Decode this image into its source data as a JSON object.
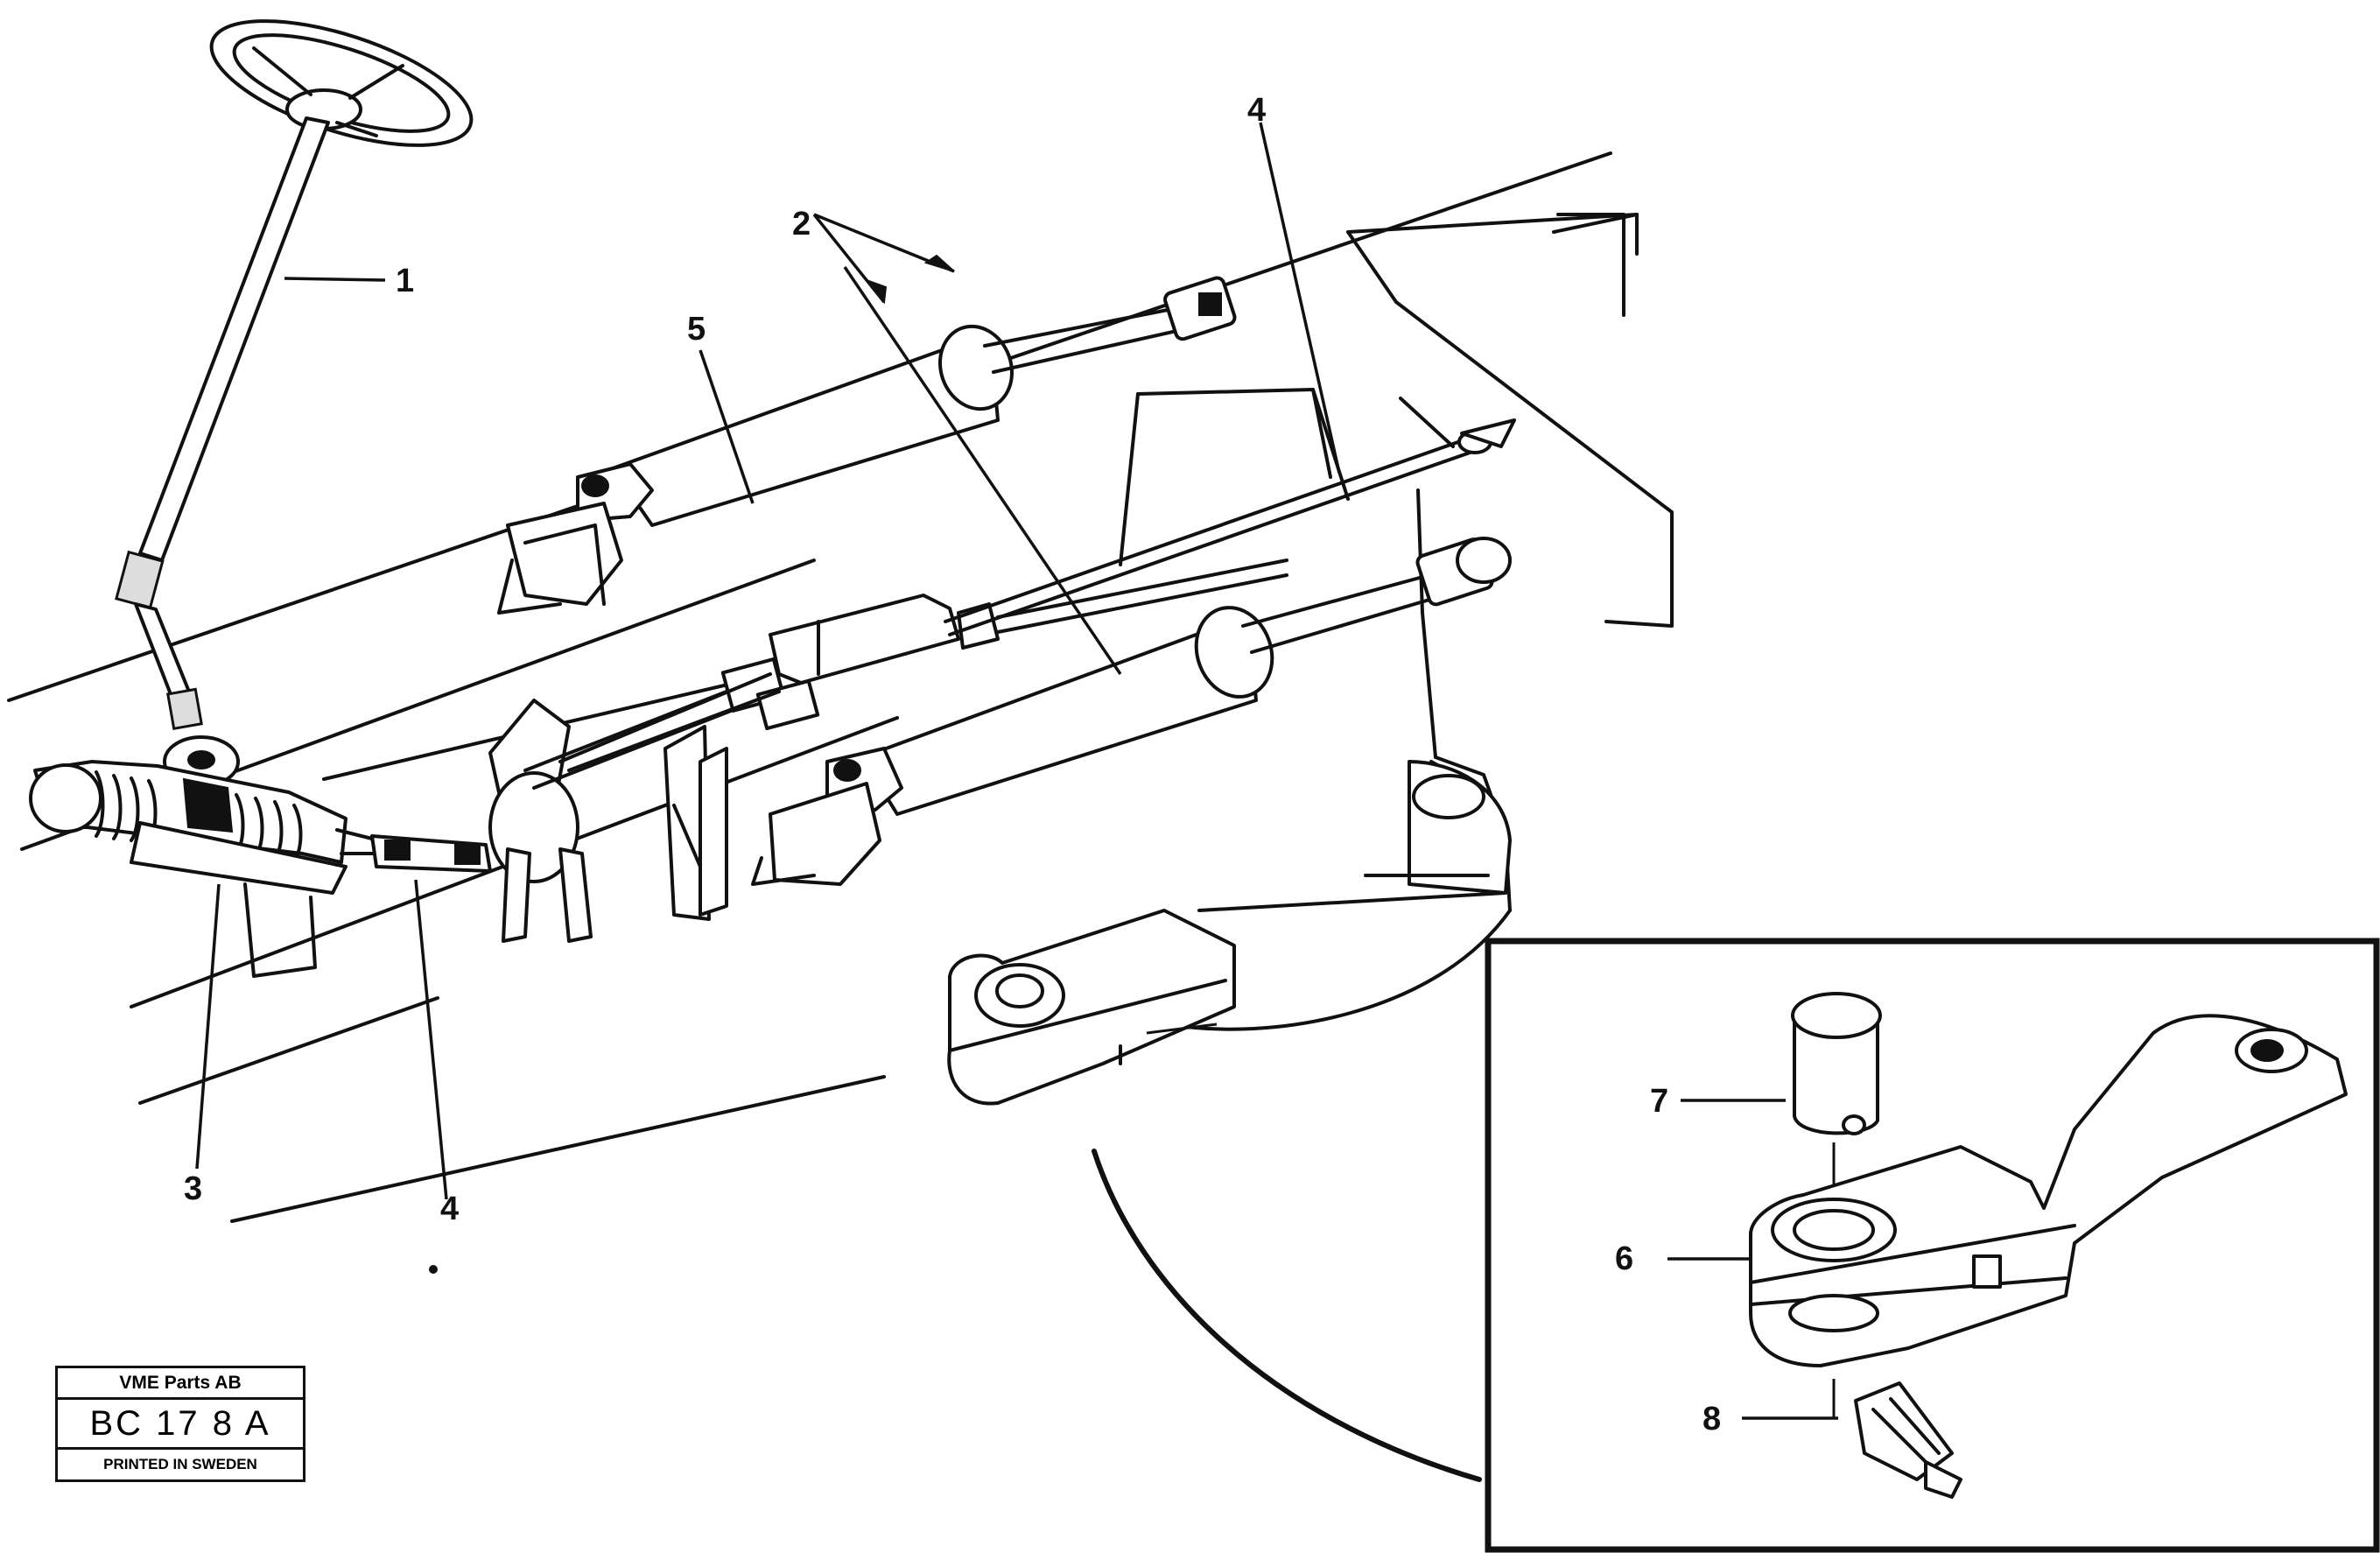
{
  "callouts": {
    "c1": "1",
    "c2": "2",
    "c3": "3",
    "c4_top": "4",
    "c4_bottom": "4",
    "c5": "5",
    "c6": "6",
    "c7": "7",
    "c8": "8"
  },
  "stamp": {
    "company": "VME Parts AB",
    "code": "BC 17 8 A",
    "printed": "PRINTED IN SWEDEN"
  }
}
